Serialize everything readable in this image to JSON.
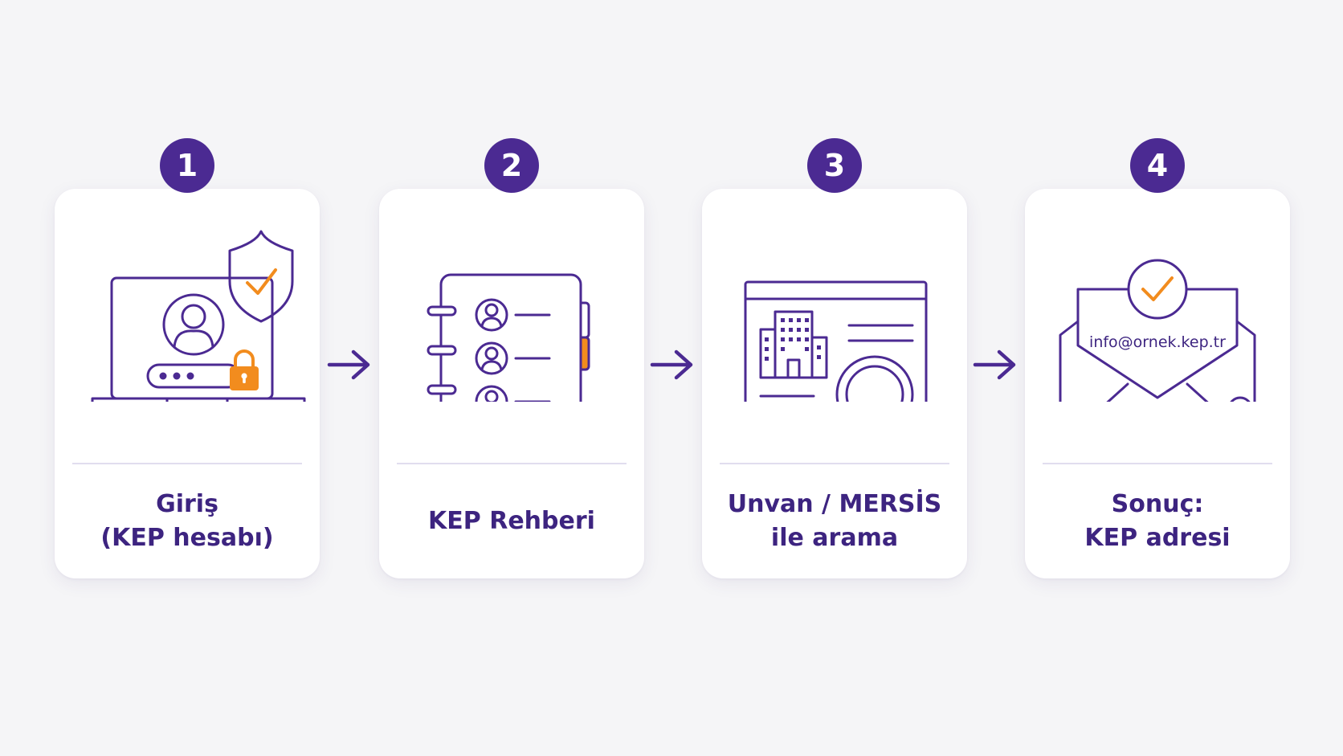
{
  "steps": [
    {
      "number": "1",
      "label_line1": "Giriş",
      "label_line2": "(KEP hesabı)"
    },
    {
      "number": "2",
      "label_line1": "KEP Rehberi",
      "label_line2": ""
    },
    {
      "number": "3",
      "label_line1": "Unvan / MERSİS",
      "label_line2": "ile arama"
    },
    {
      "number": "4",
      "label_line1": "Sonuç:",
      "label_line2": "KEP adresi",
      "email_text": "info@ornek.kep.tr"
    }
  ],
  "icons": [
    "laptop-login-icon",
    "address-book-icon",
    "company-search-icon",
    "secure-envelope-icon"
  ],
  "colors": {
    "primary": "#4b2a92",
    "accent": "#f28c1e",
    "background": "#f5f5f7",
    "card": "#ffffff"
  }
}
